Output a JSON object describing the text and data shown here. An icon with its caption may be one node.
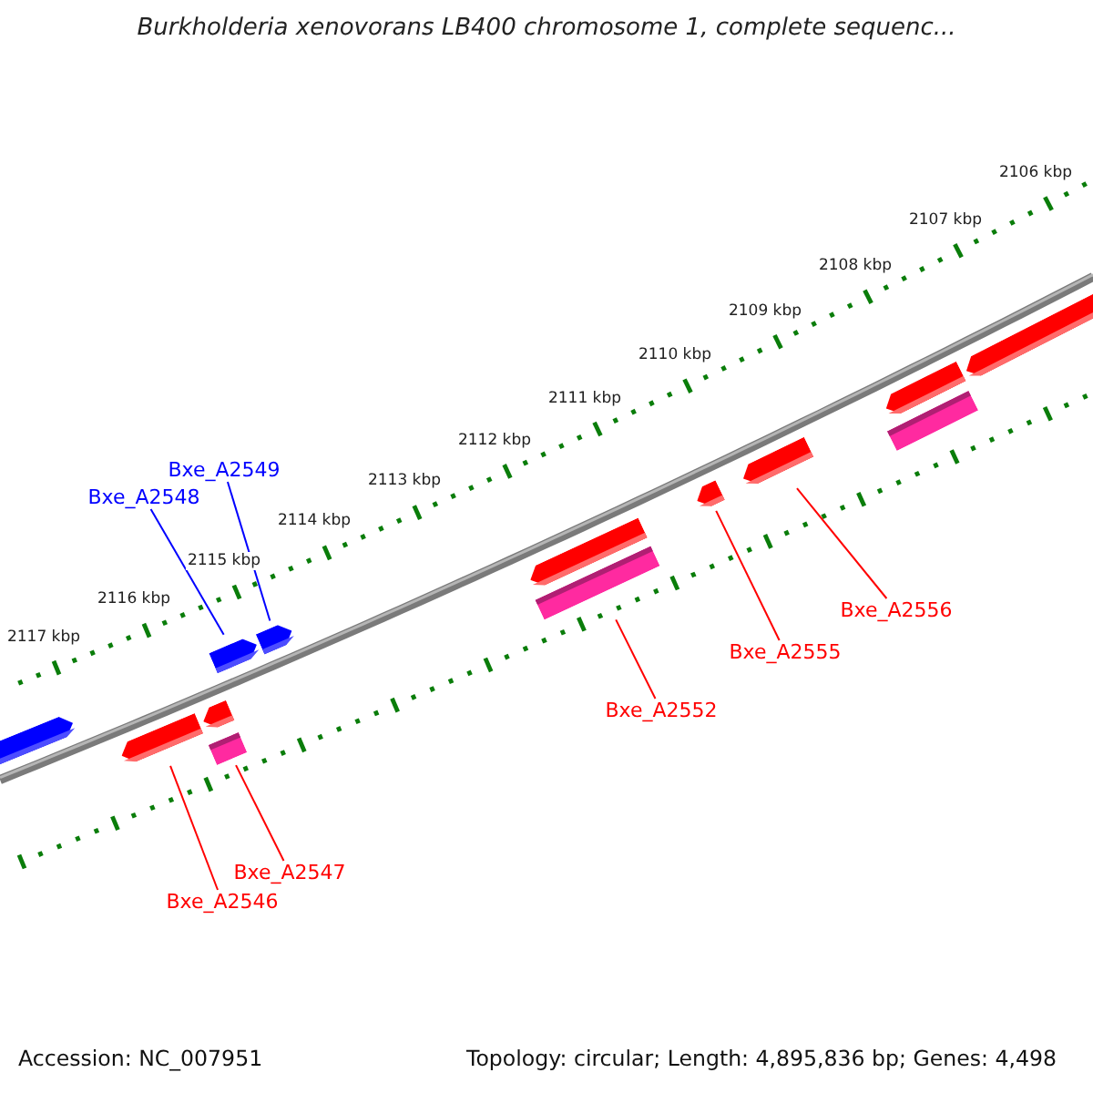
{
  "diagram": {
    "title": "Burkholderia xenovorans LB400 chromosome 1, complete sequenc...",
    "nodes": [
      {
        "text": [],
        "shape": "arrow"
      },
      {
        "text": [],
        "shape": "arrow"
      },
      {
        "text": [],
        "shape": "arrow"
      },
      {
        "text": [],
        "shape": "arrow"
      },
      {
        "text": [],
        "shape": "arrow"
      },
      {
        "text": [],
        "shape": "bar"
      },
      {
        "text": [],
        "shape": "arrow"
      },
      {
        "text": [],
        "shape": "bar"
      },
      {
        "text": [],
        "shape": "arrow"
      },
      {
        "text": [],
        "shape": "arrow"
      },
      {
        "text": [],
        "shape": "arrow"
      },
      {
        "text": [],
        "shape": "bar"
      },
      {
        "text": [],
        "shape": "arrow"
      },
      {
        "text": [
          "Bxe_A2548"
        ]
      },
      {
        "text": [
          "Bxe_A2549"
        ]
      },
      {
        "text": [
          "Bxe_A2546"
        ]
      },
      {
        "text": [
          "Bxe_A2547"
        ]
      },
      {
        "text": [
          "Bxe_A2552"
        ]
      },
      {
        "text": [
          "Bxe_A2555"
        ]
      },
      {
        "text": [
          "Bxe_A2556"
        ]
      }
    ],
    "edges": [
      {
        "from": 13,
        "to": 1,
        "arrow": "none",
        "color": "#0000ff"
      },
      {
        "from": 14,
        "to": 2,
        "arrow": "none",
        "color": "#0000ff"
      },
      {
        "from": 15,
        "to": 3,
        "arrow": "none"
      },
      {
        "from": 16,
        "to": 5,
        "arrow": "none"
      },
      {
        "from": 17,
        "to": 7,
        "arrow": "none"
      },
      {
        "from": 18,
        "to": 8,
        "arrow": "none"
      },
      {
        "from": 19,
        "to": 9,
        "arrow": "none"
      }
    ],
    "labels": [
      "2106 kbp",
      "2107 kbp",
      "2108 kbp",
      "2109 kbp",
      "2110 kbp",
      "2111 kbp",
      "2112 kbp",
      "2113 kbp",
      "2114 kbp",
      "2115 kbp",
      "2116 kbp",
      "2117 kbp",
      "Accession: NC_007951",
      "Topology: circular; Length: 4,895,836 bp; Genes: 4,498"
    ]
  }
}
